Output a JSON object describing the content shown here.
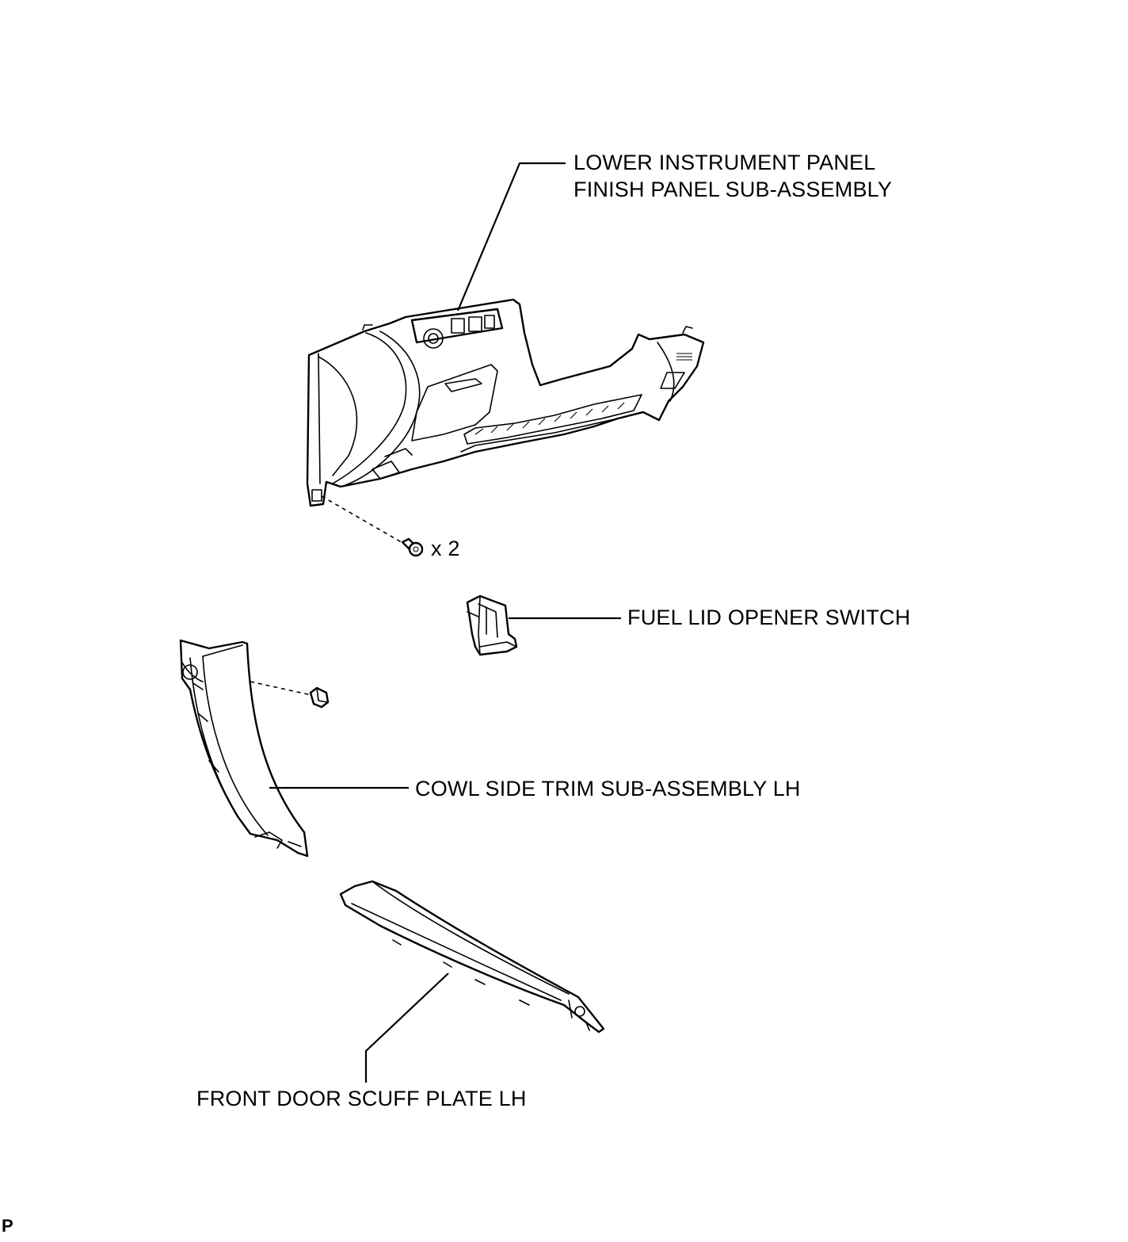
{
  "labels": {
    "lower_panel": [
      "LOWER INSTRUMENT PANEL",
      "FINISH PANEL SUB-ASSEMBLY"
    ],
    "bolt_qty": "x 2",
    "fuel_switch": "FUEL LID OPENER SWITCH",
    "cowl_trim": "COWL SIDE TRIM SUB-ASSEMBLY LH",
    "scuff_plate": "FRONT DOOR SCUFF PLATE LH",
    "corner_mark": "P"
  }
}
